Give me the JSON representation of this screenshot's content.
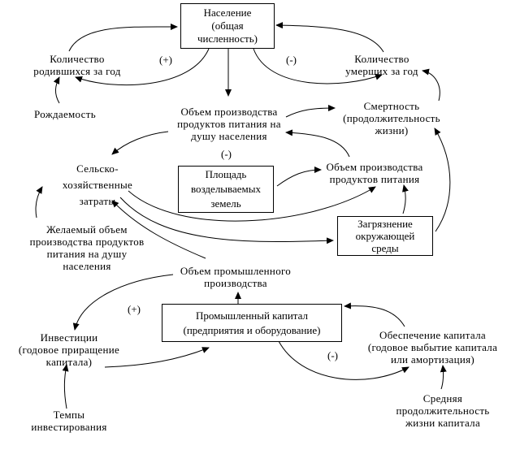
{
  "nodes": {
    "population": "Население\n(общая\nчисленность)",
    "births": "Количество\nродившихся за год",
    "deaths": "Количество\nумерших за год",
    "birth_rate": "Рождаемость",
    "food_per_capita": "Объем производства\nпродуктов питания на\nдушу населения",
    "mortality": "Смертность\n(продолжительность\nжизни)",
    "agri_inputs": "Сельско-\nхозяйственные\nзатраты",
    "arable_land": "Площадь\nвозделываемых\nземель",
    "food_production": "Объем производства\nпродуктов питания",
    "desired_food": "Желаемый объем\nпроизводства продуктов\nпитания на душу\nнаселения",
    "pollution": "Загрязнение\nокружающей\nсреды",
    "industrial_output": "Объем промышленного\nпроизводства",
    "industrial_capital": "Промышленный капитал\n(предприятия и оборудование)",
    "investment": "Инвестиции\n(годовое приращение\nкапитала)",
    "depreciation": "Обеспечение капитала\n(годовое выбытие капитала\nили амортизация)",
    "investment_rate": "Темпы\nинвестирования",
    "capital_lifetime": "Средняя\nпродолжительность\nжизни капитала"
  },
  "signs": {
    "births_loop": "(+)",
    "deaths_loop": "(-)",
    "food_loop": "(-)",
    "investment_loop": "(+)",
    "depreciation_loop": "(-)"
  }
}
